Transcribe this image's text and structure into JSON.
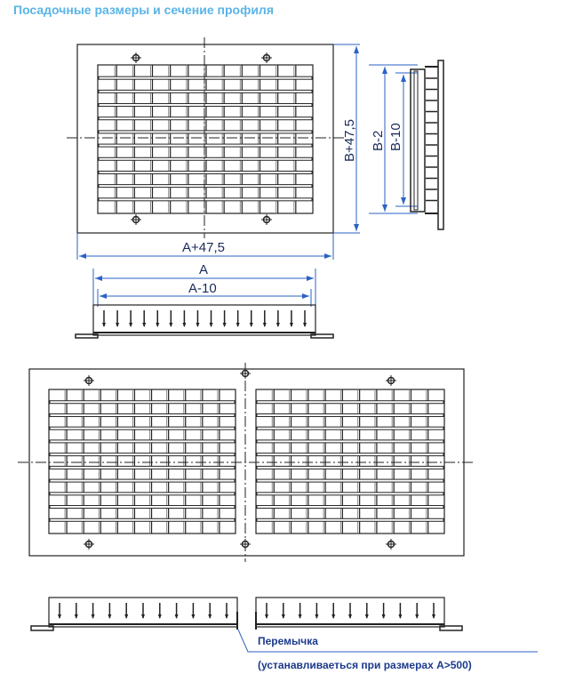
{
  "title": "Посадочные размеры и сечение профиля",
  "dimensions": {
    "width_outer": "A+47,5",
    "height_outer": "B+47,5",
    "height_b2": "B-2",
    "height_b10": "B-10",
    "width_a": "A",
    "width_a10": "A-10"
  },
  "notes": {
    "jumper": "Перемычка",
    "jumper_condition": "(устанавливаеться при размерах А>500)"
  },
  "colors": {
    "title": "#5ab4e6",
    "dimension_line": "#2a62c4",
    "note_text": "#1b3a8c",
    "drawing_line": "#222222"
  }
}
